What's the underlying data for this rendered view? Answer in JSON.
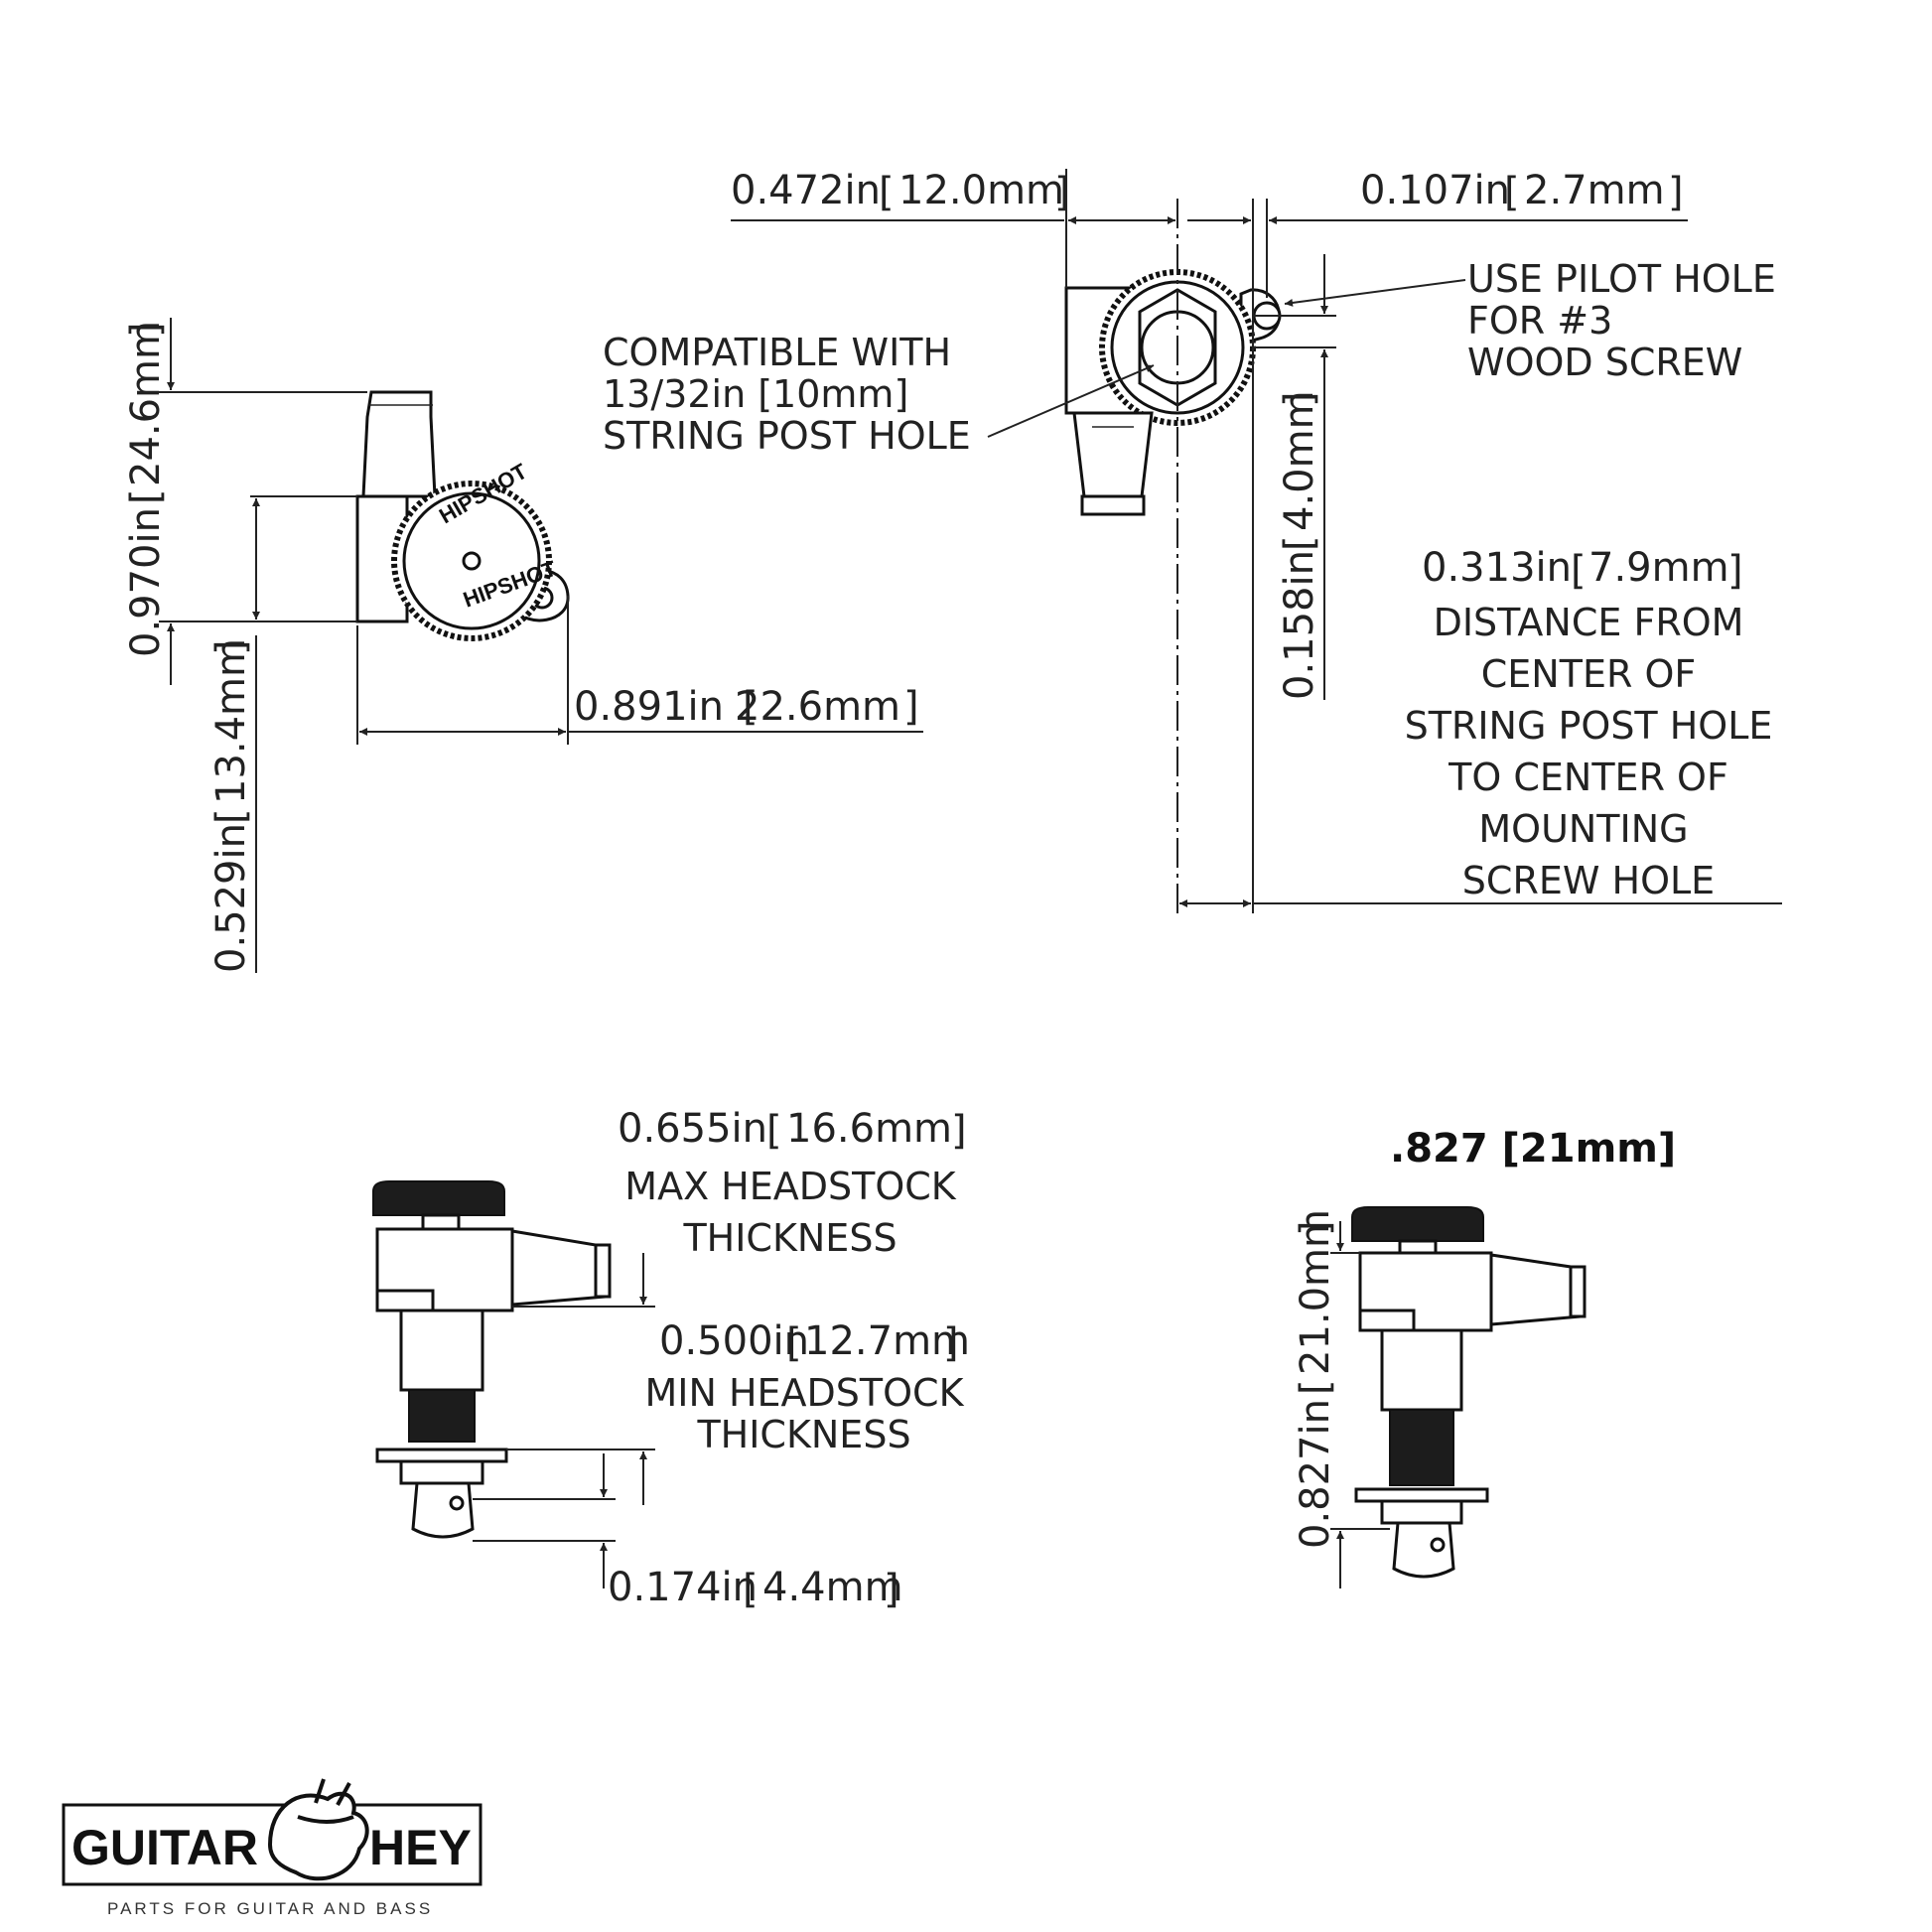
{
  "top_left_view": {
    "dim_width": "0.891in",
    "dim_width_mm": "22.6mm",
    "dim_height": "0.970in",
    "dim_height_mm": "24.6mm",
    "dim_lower": "0.529in",
    "dim_lower_mm": "13.4mm",
    "brand_marking": "HIPSHOT"
  },
  "top_right_view": {
    "dim_left": "0.472in",
    "dim_left_mm": "12.0mm",
    "dim_right": "0.107in",
    "dim_right_mm": "2.7mm",
    "dim_vertical": "0.158in",
    "dim_vertical_mm": "4.0mm",
    "dim_distance": "0.313in",
    "dim_distance_mm": "7.9mm",
    "note_compatible": [
      "COMPATIBLE WITH",
      "13/32in [10mm]",
      "STRING POST HOLE"
    ],
    "note_pilot": [
      "USE PILOT HOLE",
      "FOR #3",
      "WOOD SCREW"
    ],
    "note_distance": [
      "DISTANCE FROM",
      "CENTER OF",
      "STRING POST HOLE",
      "TO CENTER OF",
      "MOUNTING",
      "SCREW HOLE"
    ]
  },
  "bottom_left_view": {
    "dim_max": "0.655in",
    "dim_max_mm": "16.6mm",
    "note_max": [
      "MAX HEADSTOCK",
      "THICKNESS"
    ],
    "dim_min": "0.500in",
    "dim_min_mm": "12.7mm",
    "note_min": [
      "MIN HEADSTOCK",
      "THICKNESS"
    ],
    "dim_small": "0.174in",
    "dim_small_mm": "4.4mm"
  },
  "bottom_right_view": {
    "title": ".827 [21mm]",
    "dim_height": "0.827in",
    "dim_height_mm": "21.0mm"
  },
  "logo": {
    "left_word": "GUITAR",
    "right_word": "HEY",
    "tagline": "PARTS FOR GUITAR AND BASS"
  }
}
